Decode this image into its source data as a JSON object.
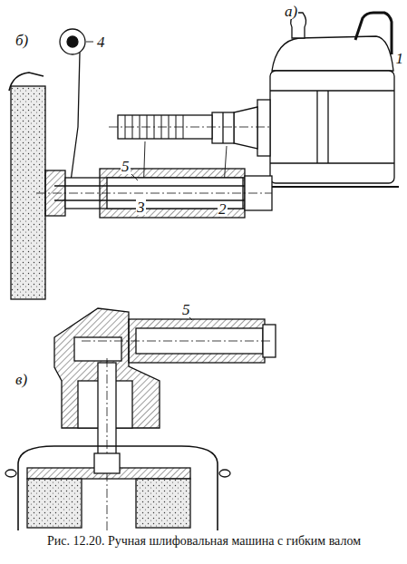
{
  "diagram": {
    "caption": "Рис. 12.20. Ручная шлифовальная машина с гибким валом",
    "labels": [
      "а)",
      "1",
      "б)",
      "4",
      "2",
      "3",
      "5",
      "в)",
      "5"
    ]
  }
}
